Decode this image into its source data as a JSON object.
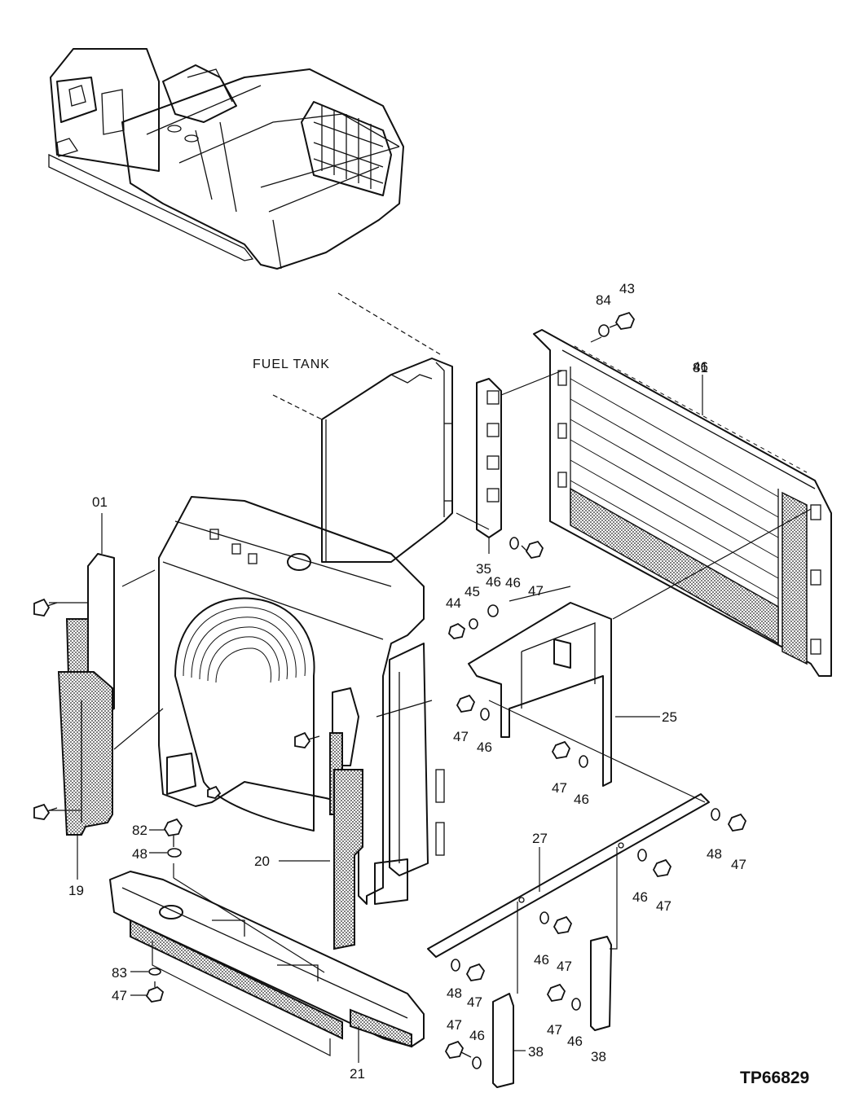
{
  "diagram": {
    "figure_code": "TP66829",
    "fuel_tank_label": "FUEL TANK",
    "callouts": [
      {
        "id": "c01",
        "text": "01"
      },
      {
        "id": "c19",
        "text": "19"
      },
      {
        "id": "c20",
        "text": "20"
      },
      {
        "id": "c21",
        "text": "21"
      },
      {
        "id": "c25",
        "text": "25"
      },
      {
        "id": "c27",
        "text": "27"
      },
      {
        "id": "c35",
        "text": "35"
      },
      {
        "id": "c38a",
        "text": "38"
      },
      {
        "id": "c38b",
        "text": "38"
      },
      {
        "id": "c43",
        "text": "43"
      },
      {
        "id": "c44",
        "text": "44"
      },
      {
        "id": "c45",
        "text": "45"
      },
      {
        "id": "c46a",
        "text": "46"
      },
      {
        "id": "c46b",
        "text": "46"
      },
      {
        "id": "c46c",
        "text": "46"
      },
      {
        "id": "c46d",
        "text": "46"
      },
      {
        "id": "c46e",
        "text": "46"
      },
      {
        "id": "c46f",
        "text": "46"
      },
      {
        "id": "c46g",
        "text": "46"
      },
      {
        "id": "c46h",
        "text": "46"
      },
      {
        "id": "c46i",
        "text": "46"
      },
      {
        "id": "c47a",
        "text": "47"
      },
      {
        "id": "c47b",
        "text": "47"
      },
      {
        "id": "c47c",
        "text": "47"
      },
      {
        "id": "c47d",
        "text": "47"
      },
      {
        "id": "c47e",
        "text": "47"
      },
      {
        "id": "c47f",
        "text": "47"
      },
      {
        "id": "c47g",
        "text": "47"
      },
      {
        "id": "c47h",
        "text": "47"
      },
      {
        "id": "c47i",
        "text": "47"
      },
      {
        "id": "c47j",
        "text": "47"
      },
      {
        "id": "c48a",
        "text": "48"
      },
      {
        "id": "c48b",
        "text": "48"
      },
      {
        "id": "c48c",
        "text": "48"
      },
      {
        "id": "c81",
        "text": "81"
      },
      {
        "id": "c82",
        "text": "82"
      },
      {
        "id": "c83",
        "text": "83"
      },
      {
        "id": "c84",
        "text": "84"
      }
    ]
  }
}
